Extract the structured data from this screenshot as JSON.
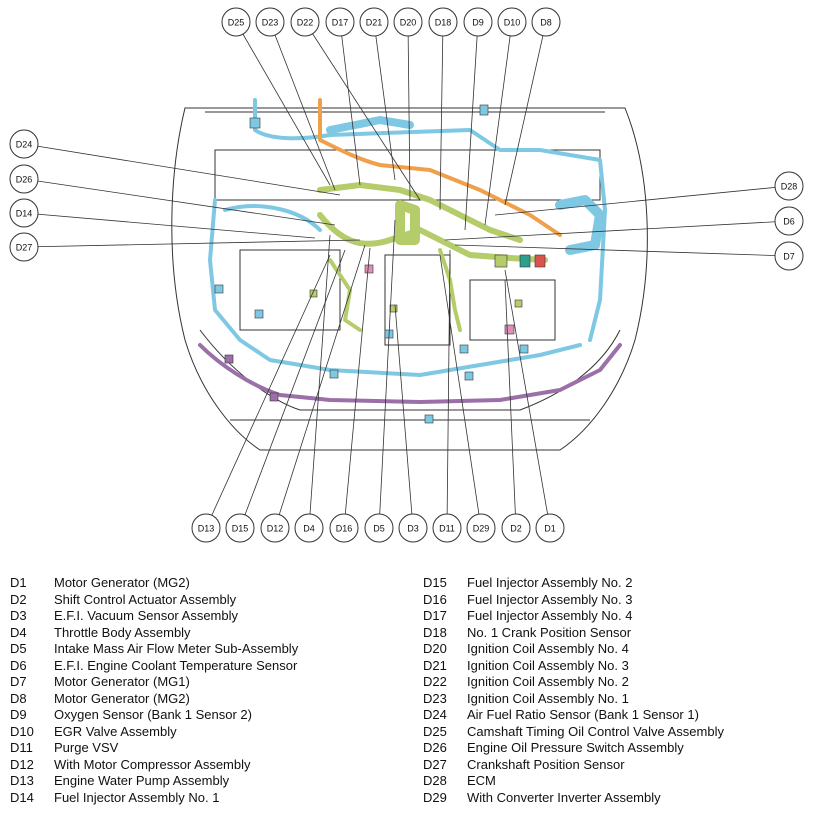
{
  "diagram": {
    "top_labels": [
      "D25",
      "D23",
      "D22",
      "D17",
      "D21",
      "D20",
      "D18",
      "D9",
      "D10",
      "D8"
    ],
    "left_labels": [
      "D24",
      "D26",
      "D14",
      "D27"
    ],
    "right_labels": [
      "D28",
      "D6",
      "D7"
    ],
    "bottom_labels": [
      "D13",
      "D15",
      "D12",
      "D4",
      "D16",
      "D5",
      "D3",
      "D11",
      "D29",
      "D2",
      "D1"
    ],
    "colors": {
      "harness_blue": "#7ec8e3",
      "harness_green": "#b5cc6a",
      "harness_orange": "#f0a04b",
      "harness_purple": "#9b6fa8",
      "outline": "#333333"
    }
  },
  "legend": {
    "left": [
      {
        "code": "D1",
        "desc": "Motor Generator (MG2)"
      },
      {
        "code": "D2",
        "desc": "Shift Control Actuator Assembly"
      },
      {
        "code": "D3",
        "desc": "E.F.I. Vacuum Sensor Assembly"
      },
      {
        "code": "D4",
        "desc": "Throttle Body Assembly"
      },
      {
        "code": "D5",
        "desc": "Intake Mass Air Flow Meter Sub-Assembly"
      },
      {
        "code": "D6",
        "desc": "E.F.I. Engine Coolant Temperature Sensor"
      },
      {
        "code": "D7",
        "desc": "Motor Generator (MG1)"
      },
      {
        "code": "D8",
        "desc": "Motor Generator (MG2)"
      },
      {
        "code": "D9",
        "desc": "Oxygen Sensor (Bank 1 Sensor 2)"
      },
      {
        "code": "D10",
        "desc": "EGR Valve Assembly"
      },
      {
        "code": "D11",
        "desc": "Purge VSV"
      },
      {
        "code": "D12",
        "desc": "With Motor Compressor Assembly"
      },
      {
        "code": "D13",
        "desc": "Engine Water Pump Assembly"
      },
      {
        "code": "D14",
        "desc": "Fuel Injector Assembly No. 1"
      }
    ],
    "right": [
      {
        "code": "D15",
        "desc": "Fuel Injector Assembly No. 2"
      },
      {
        "code": "D16",
        "desc": "Fuel Injector Assembly No. 3"
      },
      {
        "code": "D17",
        "desc": "Fuel Injector Assembly No. 4"
      },
      {
        "code": "D18",
        "desc": "No. 1 Crank Position Sensor"
      },
      {
        "code": "D20",
        "desc": "Ignition Coil Assembly No. 4"
      },
      {
        "code": "D21",
        "desc": "Ignition Coil Assembly No. 3"
      },
      {
        "code": "D22",
        "desc": "Ignition Coil Assembly No. 2"
      },
      {
        "code": "D23",
        "desc": "Ignition Coil Assembly No. 1"
      },
      {
        "code": "D24",
        "desc": "Air Fuel Ratio Sensor (Bank 1 Sensor 1)"
      },
      {
        "code": "D25",
        "desc": "Camshaft Timing Oil Control Valve Assembly"
      },
      {
        "code": "D26",
        "desc": "Engine Oil Pressure Switch Assembly"
      },
      {
        "code": "D27",
        "desc": "Crankshaft Position Sensor"
      },
      {
        "code": "D28",
        "desc": "ECM"
      },
      {
        "code": "D29",
        "desc": "With Converter Inverter Assembly"
      }
    ]
  }
}
